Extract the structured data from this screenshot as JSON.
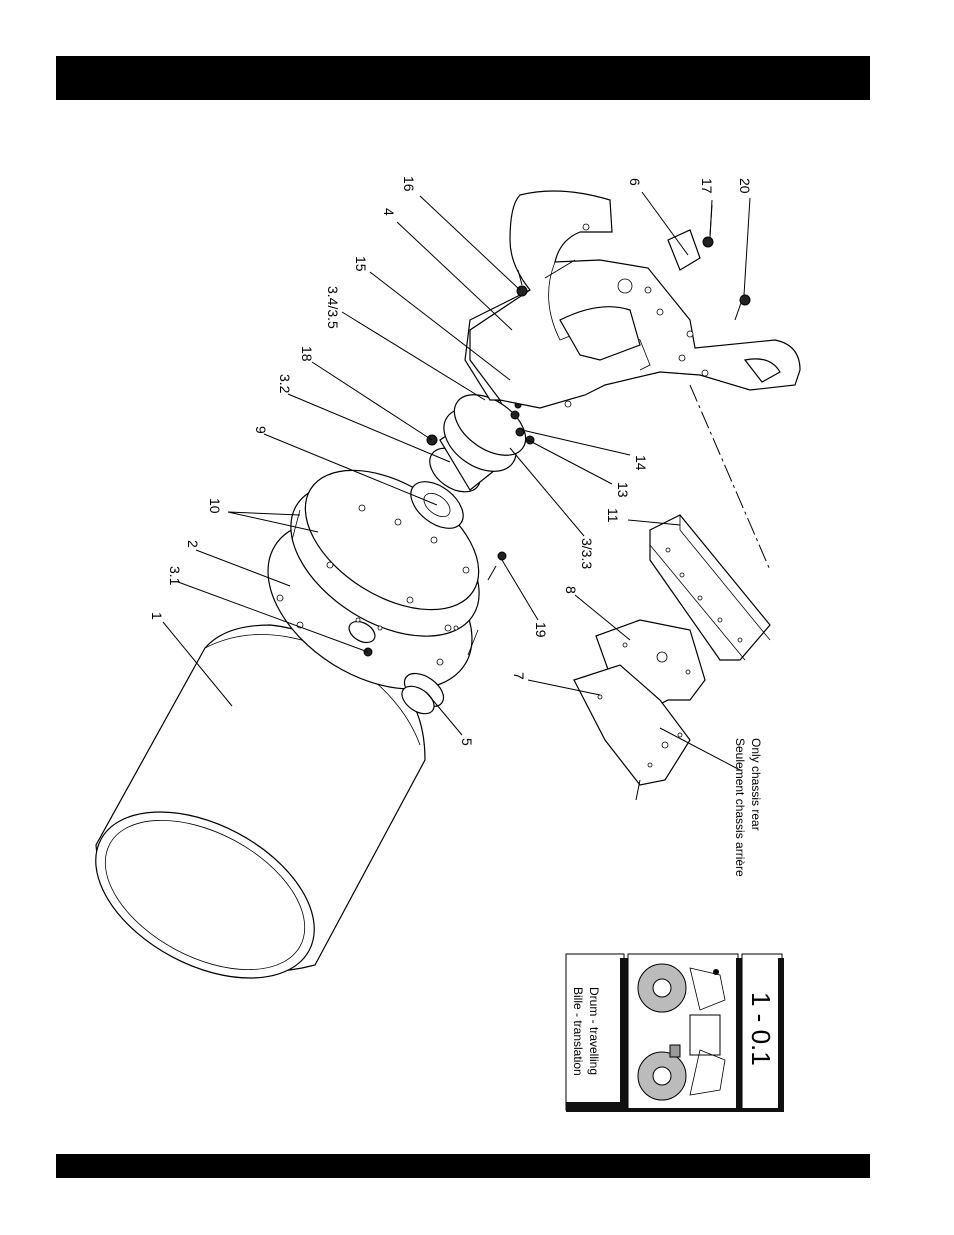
{
  "header": {
    "title": ""
  },
  "callouts": {
    "c1": "1",
    "c2": "2",
    "c3_1": "3.1",
    "c3_2": "3.2",
    "c3_3": "3/3.3",
    "c3_4": "3.4/3.5",
    "c4": "4",
    "c5": "5",
    "c6": "6",
    "c7": "7",
    "c8": "8",
    "c9": "9",
    "c10": "10",
    "c11": "11",
    "c13": "13",
    "c14": "14",
    "c15": "15",
    "c16": "16",
    "c17": "17",
    "c18": "18",
    "c19": "19",
    "c20": "20"
  },
  "note": {
    "line1": "Only chassis rear",
    "line2": "Seulement chassis arrière"
  },
  "title_block": {
    "caption_line1": "Drum - travelling",
    "caption_line2": "Bille - translation",
    "page_number": "1 - 0.1"
  }
}
